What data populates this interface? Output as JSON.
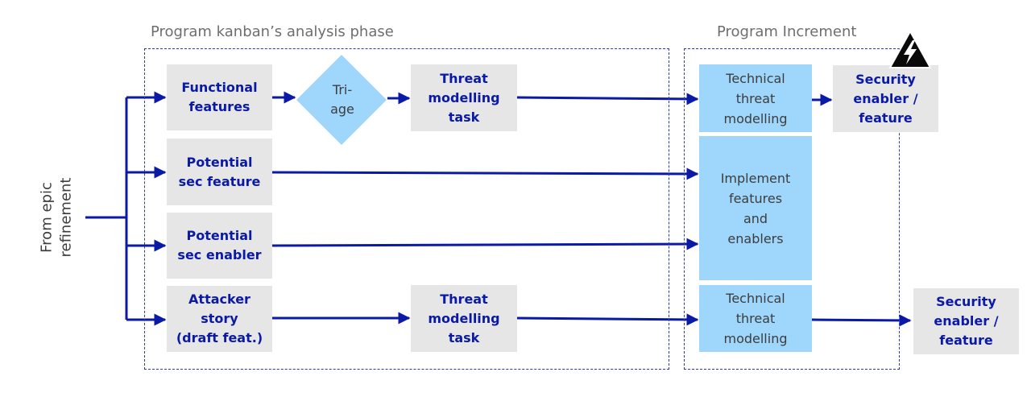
{
  "region_analysis": {
    "title": "Program kanban’s analysis phase"
  },
  "region_pi": {
    "title": "Program Increment"
  },
  "side_label": {
    "line1": "From epic",
    "line2": "refinement"
  },
  "nodes": {
    "functional_features": {
      "line1": "Functional",
      "line2": "features"
    },
    "triage": {
      "line1": "Tri-",
      "line2": "age"
    },
    "threat_task_1": {
      "line1": "Threat",
      "line2": "modelling",
      "line3": "task"
    },
    "potential_sec_feature": {
      "line1": "Potential",
      "line2": "sec feature"
    },
    "potential_sec_enabler": {
      "line1": "Potential",
      "line2": "sec enabler"
    },
    "attacker_story": {
      "line1": "Attacker",
      "line2": "story",
      "line3": "(draft feat.)"
    },
    "threat_task_2": {
      "line1": "Threat",
      "line2": "modelling",
      "line3": "task"
    },
    "tech_threat_1": {
      "line1": "Technical",
      "line2": "threat",
      "line3": "modelling"
    },
    "implement": {
      "line1": "Implement",
      "line2": "features",
      "line3": "and",
      "line4": "enablers"
    },
    "tech_threat_2": {
      "line1": "Technical",
      "line2": "threat",
      "line3": "modelling"
    },
    "security_enabler_1": {
      "line1": "Security",
      "line2": "enabler /",
      "line3": "feature"
    },
    "security_enabler_2": {
      "line1": "Security",
      "line2": "enabler /",
      "line3": "feature"
    }
  },
  "icons": {
    "warning": "high-voltage-warning-icon"
  },
  "colors": {
    "arrow": "#0b1aa6",
    "grey_box": "#e6e6e6",
    "blue_box": "#9fd6fb",
    "bold_text": "#0b1aa6",
    "region_border": "#2c3ba0"
  }
}
